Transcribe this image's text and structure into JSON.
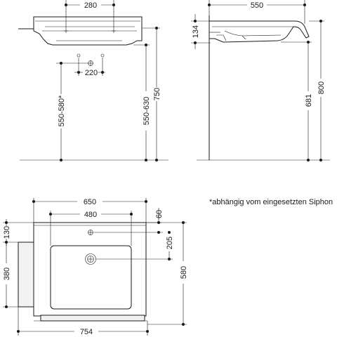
{
  "front_view": {
    "dim_top": "280",
    "dim_small": "220",
    "dim_left_vert": "550-580*",
    "dim_mid_vert": "550-630",
    "dim_right_vert": "750"
  },
  "side_view": {
    "dim_top": "550",
    "dim_small_left": "134",
    "dim_right_inner": "681",
    "dim_right_outer": "800"
  },
  "top_view": {
    "dim_top_outer": "650",
    "dim_top_inner": "480",
    "dim_60": "60",
    "dim_205": "205",
    "dim_580": "580",
    "dim_130": "130",
    "dim_380": "380",
    "dim_bottom": "754"
  },
  "note": "*abhängig vom eingesetzten Siphon"
}
